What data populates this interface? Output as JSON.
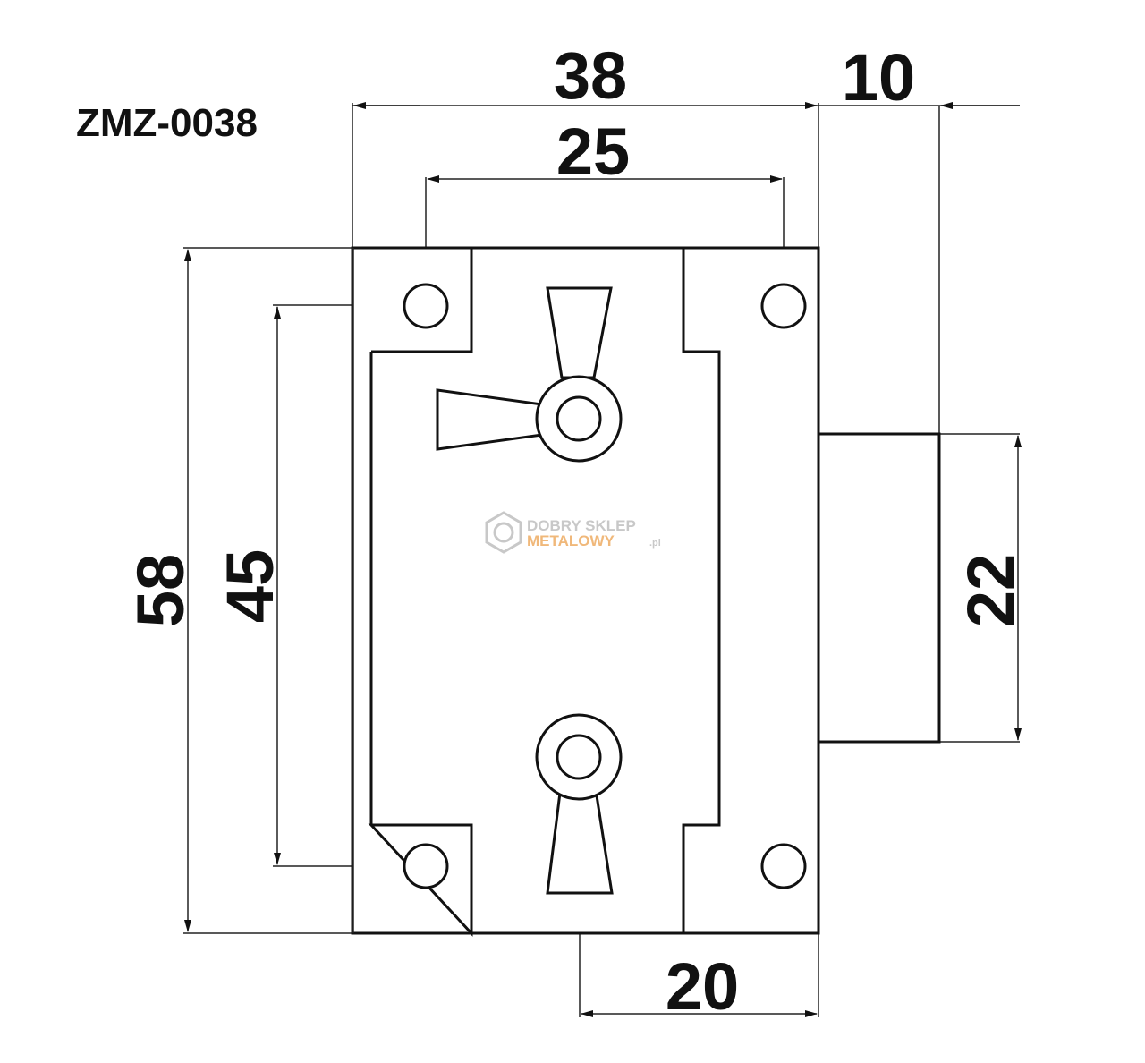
{
  "product_code": "ZMZ-0038",
  "dimensions": {
    "overall_width": "38",
    "bolt_projection": "10",
    "hole_spacing_horizontal": "25",
    "overall_height": "58",
    "hole_spacing_vertical": "45",
    "bolt_height": "22",
    "backset": "20"
  },
  "watermark": {
    "line1": "DOBRY SKLEP",
    "line2": "METALOWY",
    "suffix": ".pl"
  },
  "colors": {
    "line": "#111111",
    "watermark_grey": "#c8c8c8",
    "watermark_orange": "#f0b87a"
  }
}
